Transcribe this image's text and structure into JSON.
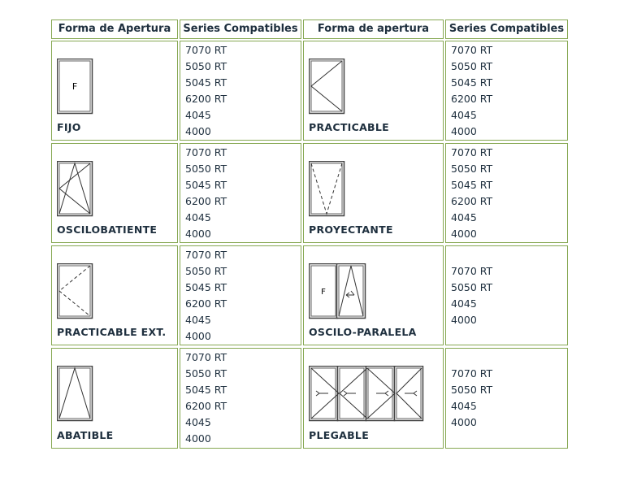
{
  "headers": [
    "Forma de Apertura",
    "Series Compatibles",
    "Forma de apertura",
    "Series Compatibles"
  ],
  "rows": [
    {
      "left": {
        "name": "FIJO",
        "icon": "fixed-window-icon",
        "fixed_label": "F",
        "series": [
          "7070 RT",
          "5050 RT",
          "5045 RT",
          "6200 RT",
          "4045",
          "4000"
        ]
      },
      "right": {
        "name": "PRACTICABLE",
        "icon": "casement-window-icon",
        "series": [
          "7070 RT",
          "5050 RT",
          "5045 RT",
          "6200 RT",
          "4045",
          "4000"
        ]
      }
    },
    {
      "left": {
        "name": "OSCILOBATIENTE",
        "icon": "tilt-turn-window-icon",
        "series": [
          "7070 RT",
          "5050 RT",
          "5045 RT",
          "6200 RT",
          "4045",
          "4000"
        ]
      },
      "right": {
        "name": "PROYECTANTE",
        "icon": "projecting-window-icon",
        "series": [
          "7070 RT",
          "5050 RT",
          "5045 RT",
          "6200 RT",
          "4045",
          "4000"
        ]
      }
    },
    {
      "left": {
        "name": "PRACTICABLE EXT.",
        "icon": "outward-casement-window-icon",
        "series": [
          "7070 RT",
          "5050 RT",
          "5045 RT",
          "6200 RT",
          "4045",
          "4000"
        ]
      },
      "right": {
        "name": "OSCILO-PARALELA",
        "icon": "tilt-slide-window-icon",
        "fixed_label": "F",
        "series": [
          "7070 RT",
          "5050 RT",
          "4045",
          "4000"
        ]
      }
    },
    {
      "left": {
        "name": "ABATIBLE",
        "icon": "hopper-window-icon",
        "series": [
          "7070 RT",
          "5050 RT",
          "5045 RT",
          "6200 RT",
          "4045",
          "4000"
        ]
      },
      "right": {
        "name": "PLEGABLE",
        "icon": "folding-window-icon",
        "series": [
          "7070 RT",
          "5050 RT",
          "4045",
          "4000"
        ]
      }
    }
  ]
}
